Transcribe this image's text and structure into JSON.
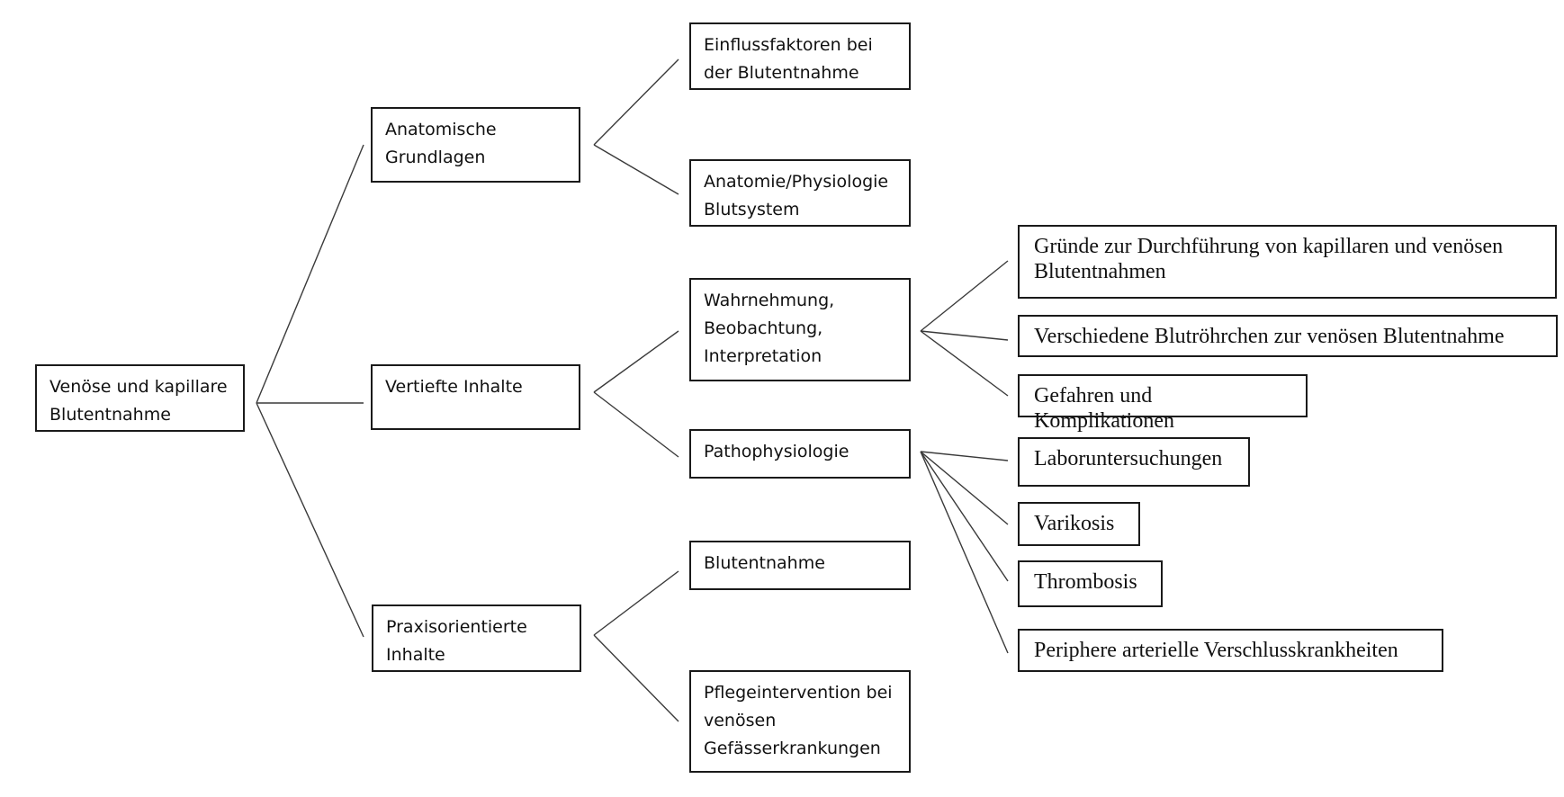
{
  "diagram": {
    "root": {
      "label": "Venöse und kapillare\nBlutentnahme"
    },
    "level1": [
      {
        "label": "Anatomische\nGrundlagen"
      },
      {
        "label": "Vertiefte Inhalte"
      },
      {
        "label": "Praxisorientierte\nInhalte"
      }
    ],
    "level2": [
      {
        "label": "Einflussfaktoren bei\nder Blutentnahme"
      },
      {
        "label": "Anatomie/Physiologie\nBlutsystem"
      },
      {
        "label": "Wahrnehmung,\nBeobachtung,\nInterpretation"
      },
      {
        "label": "Pathophysiologie"
      },
      {
        "label": "Blutentnahme"
      },
      {
        "label": "Pflegeintervention bei\nvenösen\nGefässerkrankungen"
      }
    ],
    "level3": [
      {
        "label": "Gründe zur Durchführung von kapillaren und venösen\nBlutentnahmen"
      },
      {
        "label": "Verschiedene Blutröhrchen zur venösen Blutentnahme"
      },
      {
        "label": "Gefahren und Komplikationen"
      },
      {
        "label": "Laboruntersuchungen"
      },
      {
        "label": "Varikosis"
      },
      {
        "label": "Thrombosis"
      },
      {
        "label": "Periphere arterielle Verschlusskrankheiten"
      }
    ]
  },
  "colors": {
    "border": "#1a1a1a",
    "line": "#3a3a3a",
    "background": "#ffffff"
  }
}
